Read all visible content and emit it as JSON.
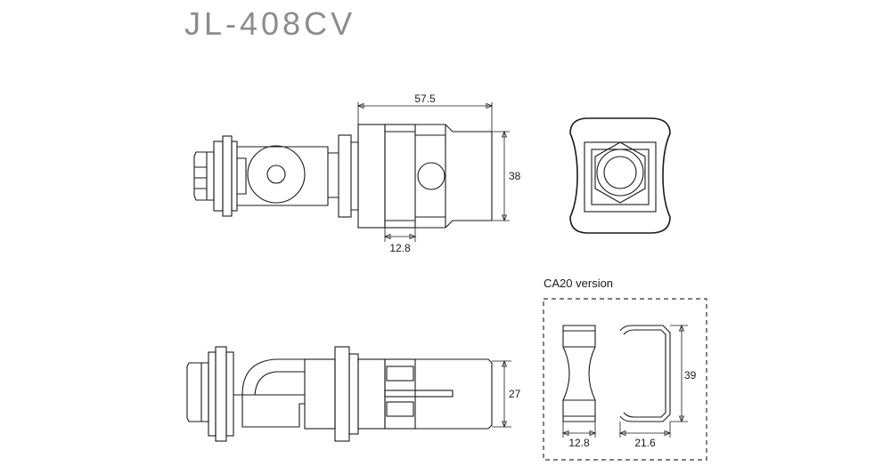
{
  "title": "JL-408CV",
  "dimensions": {
    "top_length": "57.5",
    "top_height": "38",
    "top_clamp_width": "12.8",
    "side_height": "27"
  },
  "ca20": {
    "caption": "CA20 version",
    "height": "39",
    "width_left": "12.8",
    "width_right": "21.6"
  }
}
